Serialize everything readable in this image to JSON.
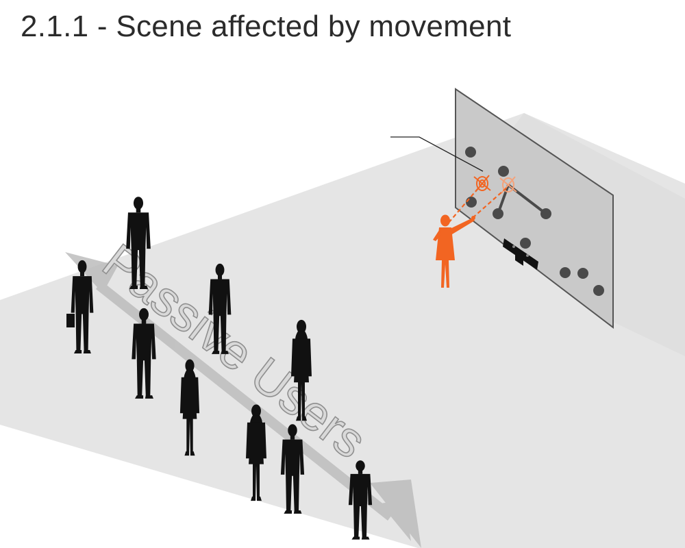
{
  "title": "2.1.1 - Scene affected by movement",
  "arrow_label": "Passive Users",
  "colors": {
    "floor": "#e5e5e5",
    "wall_panel": "#c9c9c9",
    "panel_border": "#555555",
    "dot": "#4a4a4a",
    "active_user": "#f26522",
    "passive_user": "#111111",
    "arrow": "#bdbdbd"
  },
  "icons": [
    "active-user-figure",
    "passive-user-figure",
    "sensor-device",
    "target-cursor-icon"
  ]
}
